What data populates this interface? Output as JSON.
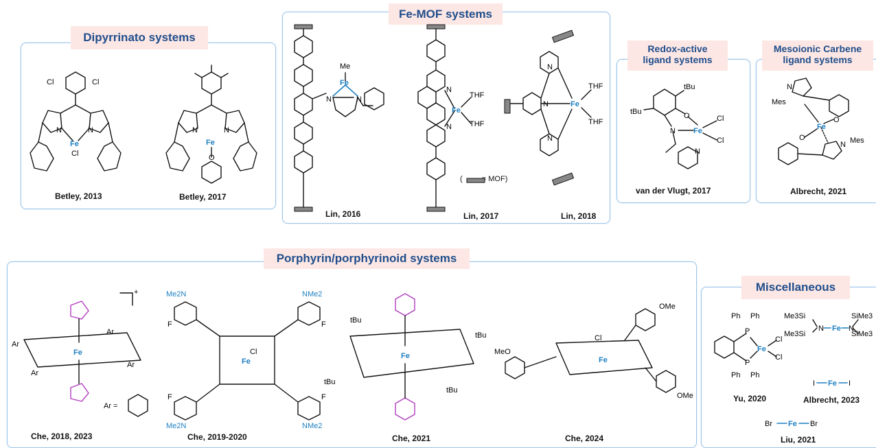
{
  "colors": {
    "panel_border": "#9cc4e8",
    "tag_bg": "#fde7e4",
    "tag_text": "#1f4e8c",
    "iron": "#1e7fc1",
    "carbene": "#b23cc0"
  },
  "sections": {
    "dipyrrinato": {
      "title": "Dipyrrinato  systems",
      "captions": [
        "Betley, 2013",
        "Betley, 2017"
      ]
    },
    "femof": {
      "title": "Fe-MOF systems",
      "captions": [
        "Lin, 2016",
        "Lin, 2017",
        "Lin, 2018"
      ],
      "legend": "(    = MOF)"
    },
    "redox": {
      "title_line1": "Redox-active",
      "title_line2": "ligand systems",
      "caption": "van der Vlugt, 2017"
    },
    "mesoionic": {
      "title_line1": "Mesoionic Carbene",
      "title_line2": "ligand systems",
      "caption": "Albrecht, 2021"
    },
    "porphyrin": {
      "title": "Porphyrin/porphyrinoid systems",
      "captions": [
        "Che, 2018, 2023",
        "Che, 2019-2020",
        "Che, 2021",
        "Che, 2024"
      ]
    },
    "misc": {
      "title": "Miscellaneous",
      "captions": [
        "Yu, 2020",
        "Albrecht, 2023",
        "Liu, 2021"
      ]
    }
  },
  "labels": {
    "fe": "Fe",
    "cl": "Cl",
    "ar": "Ar",
    "ar_def": "Ar =",
    "me": "Me",
    "thf": "THF",
    "mes": "Mes",
    "tbu": "tBu",
    "ome": "OMe",
    "meo": "MeO",
    "nme2": "NMe2",
    "me2n": "Me2N",
    "f": "F",
    "n": "N",
    "o": "O",
    "ph": "Ph",
    "p": "P",
    "i": "I",
    "br": "Br",
    "sime3": "SiMe3",
    "me3si": "Me3Si",
    "plus": "+"
  }
}
